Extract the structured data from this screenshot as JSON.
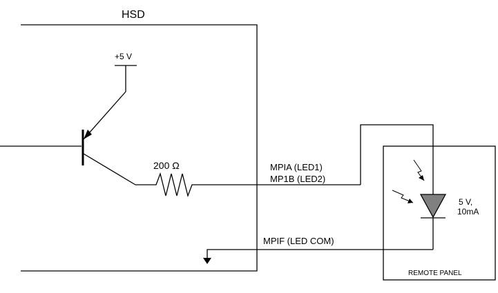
{
  "labels": {
    "hsd": "HSD",
    "vcc": "+5 V",
    "resistor": "200 Ω",
    "mpia": "MPIA (LED1)",
    "mp1b": "MP1B (LED2)",
    "mpif": "MPIF (LED COM)",
    "led_voltage": "5 V,",
    "led_current": "10mA",
    "remote_panel": "REMOTE PANEL"
  },
  "colors": {
    "line": "#000000",
    "led_fill": "#808080",
    "background": "#ffffff"
  },
  "icons": [
    "transistor-icon",
    "resistor-icon",
    "led-icon",
    "light-arrow-icon",
    "ground-arrow-icon"
  ]
}
